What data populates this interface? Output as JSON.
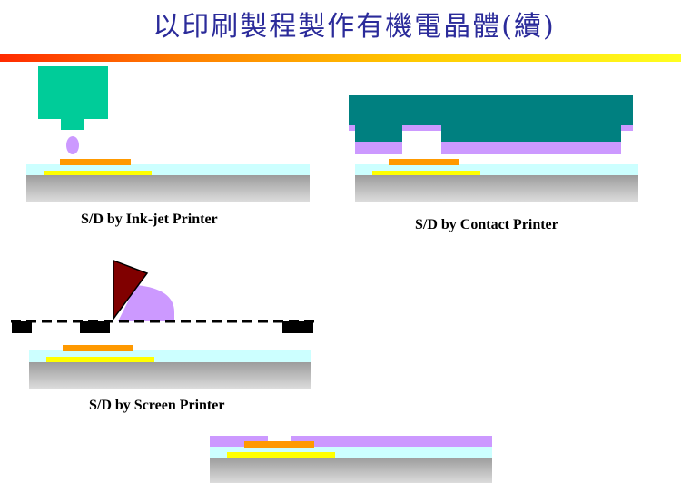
{
  "slide": {
    "title": "以印刷製程製作有機電晶體(續)"
  },
  "panels": {
    "inkjet": {
      "caption": "S/D by Ink-jet Printer"
    },
    "contact": {
      "caption": "S/D by Contact Printer"
    },
    "screen": {
      "caption": "S/D by Screen Printer"
    }
  },
  "colors": {
    "title_text": "#2b2b9a",
    "nozzle": "#00cc99",
    "stamp": "#008080",
    "ink": "#cc99ff",
    "squeegee": "#800000",
    "source_drain": "#ff9900",
    "gate": "#ffff00",
    "dielectric": "#ccffff",
    "substrate_top": "#a0a0a0",
    "substrate_bottom": "#d8d8d8",
    "mask": "#000000"
  }
}
